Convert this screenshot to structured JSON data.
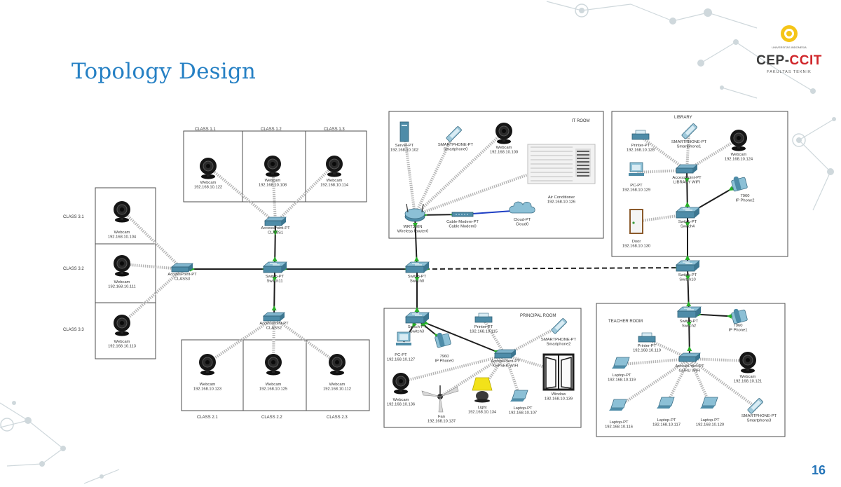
{
  "slide": {
    "title": "Topology Design",
    "page_number": "16",
    "logo": {
      "institution": "UNIVERSITAS INDONESIA",
      "brand_left": "CEP-",
      "brand_right": "CCIT",
      "faculty": "FAKULTAS TEKNIK"
    }
  },
  "rooms": {
    "class11": "CLASS 1.1",
    "class12": "CLASS 1.2",
    "class13": "CLASS 1.3",
    "class21": "CLASS 2.1",
    "class22": "CLASS 2.2",
    "class23": "CLASS 2.3",
    "class31": "CLASS 3.1",
    "class32": "CLASS 3.2",
    "class33": "CLASS 3.3",
    "itroom": "IT ROOM",
    "library": "LIBRARY",
    "principal": "PRINCIPAL ROOM",
    "teacher": "TEACHER ROOM"
  },
  "devices": [
    {
      "id": "cam_c11",
      "kind": "webcam",
      "label1": "Webcam",
      "label2": "192.168.10.122"
    },
    {
      "id": "cam_c12",
      "kind": "webcam",
      "label1": "Webcam",
      "label2": "192.168.10.108"
    },
    {
      "id": "cam_c13",
      "kind": "webcam",
      "label1": "Webcam",
      "label2": "192.168.10.114"
    },
    {
      "id": "ap1",
      "kind": "ap",
      "label1": "AccessPoint-PT",
      "label2": "CLASS1"
    },
    {
      "id": "cam_c31",
      "kind": "webcam",
      "label1": "Webcam",
      "label2": "192.168.10.104"
    },
    {
      "id": "cam_c32",
      "kind": "webcam",
      "label1": "Webcam",
      "label2": "192.168.10.111"
    },
    {
      "id": "cam_c33",
      "kind": "webcam",
      "label1": "Webcam",
      "label2": "192.168.10.113"
    },
    {
      "id": "ap3",
      "kind": "ap",
      "label1": "AccessPoint-PT",
      "label2": "CLASS3"
    },
    {
      "id": "sw11",
      "kind": "switch",
      "label1": "Switch-PT",
      "label2": "Switch11"
    },
    {
      "id": "ap2",
      "kind": "ap",
      "label1": "AccessPoint-PT",
      "label2": "CLASS2"
    },
    {
      "id": "cam_c21",
      "kind": "webcam",
      "label1": "Webcam",
      "label2": "192.168.10.123"
    },
    {
      "id": "cam_c22",
      "kind": "webcam",
      "label1": "Webcam",
      "label2": "192.168.10.125"
    },
    {
      "id": "cam_c23",
      "kind": "webcam",
      "label1": "Webcam",
      "label2": "192.168.10.112"
    },
    {
      "id": "server",
      "kind": "server",
      "label1": "Server-PT",
      "label2": "192.168.10.102"
    },
    {
      "id": "sp0",
      "kind": "phone",
      "label1": "SMARTPHONE-PT",
      "label2": "Smartphone0"
    },
    {
      "id": "cam_it",
      "kind": "webcam",
      "label1": "Webcam",
      "label2": "192.168.10.100"
    },
    {
      "id": "ac",
      "kind": "ac",
      "label1": "Air Conditioner",
      "label2": "192.168.10.126"
    },
    {
      "id": "router",
      "kind": "router",
      "label1": "WRT300N",
      "label2": "Wireless Router0"
    },
    {
      "id": "modem",
      "kind": "modem",
      "label1": "Cable-Modem-PT",
      "label2": "Cable Modem0"
    },
    {
      "id": "cloud",
      "kind": "cloud",
      "label1": "Cloud-PT",
      "label2": "Cloud0"
    },
    {
      "id": "sw0",
      "kind": "switch",
      "label1": "Switch-PT",
      "label2": "Switch0"
    },
    {
      "id": "printer_lib",
      "kind": "printer",
      "label1": "Printer-PT",
      "label2": "192.168.10.128"
    },
    {
      "id": "sp1",
      "kind": "phone",
      "label1": "SMARTPHONE-PT",
      "label2": "Smartphone1"
    },
    {
      "id": "cam_lib",
      "kind": "webcam",
      "label1": "Webcam",
      "label2": "192.168.10.124"
    },
    {
      "id": "ap_lib",
      "kind": "ap",
      "label1": "AccessPoint-PT",
      "label2": "LIBRARY WIFI"
    },
    {
      "id": "pc_lib",
      "kind": "pc",
      "label1": "PC-PT",
      "label2": "192.168.10.129"
    },
    {
      "id": "ipphone2",
      "kind": "ipphone",
      "label1": "7960",
      "label2": "IP Phone2"
    },
    {
      "id": "sw4",
      "kind": "switch",
      "label1": "Switch-PT",
      "label2": "Switch4"
    },
    {
      "id": "door",
      "kind": "door",
      "label1": "Door",
      "label2": "192.168.10.130"
    },
    {
      "id": "sw10",
      "kind": "switch",
      "label1": "Switch-PT",
      "label2": "Switch10"
    },
    {
      "id": "sw3",
      "kind": "switch",
      "label1": "Switch-PT",
      "label2": "Switch3"
    },
    {
      "id": "printer_pr",
      "kind": "printer",
      "label1": "Printer-PT",
      "label2": "192.168.10.115"
    },
    {
      "id": "sp2",
      "kind": "phone",
      "label1": "SMARTPHONE-PT",
      "label2": "Smartphone2"
    },
    {
      "id": "pc_pr",
      "kind": "pc",
      "label1": "PC-PT",
      "label2": "192.168.10.127"
    },
    {
      "id": "ipphone0",
      "kind": "ipphone",
      "label1": "7960",
      "label2": "IP Phone0"
    },
    {
      "id": "ap_pr",
      "kind": "ap",
      "label1": "AccessPoint-PT",
      "label2": "KEPSEK WIFI"
    },
    {
      "id": "window",
      "kind": "window",
      "label1": "Window",
      "label2": "192.168.10.139"
    },
    {
      "id": "cam_pr",
      "kind": "webcam",
      "label1": "Webcam",
      "label2": "192.168.10.136"
    },
    {
      "id": "fan",
      "kind": "fan",
      "label1": "Fan",
      "label2": "192.168.10.137"
    },
    {
      "id": "light",
      "kind": "light",
      "label1": "Light",
      "label2": "192.168.10.134"
    },
    {
      "id": "laptop_pr",
      "kind": "laptop",
      "label1": "Laptop-PT",
      "label2": "192.168.10.107"
    },
    {
      "id": "sw2",
      "kind": "switch",
      "label1": "Switch-PT",
      "label2": "Switch2"
    },
    {
      "id": "ipphone1",
      "kind": "ipphone",
      "label1": "7960",
      "label2": "IP Phone1"
    },
    {
      "id": "printer_t",
      "kind": "printer",
      "label1": "Printer-PT",
      "label2": "192.168.10.110"
    },
    {
      "id": "ap_t",
      "kind": "ap",
      "label1": "AccessPoint-PT",
      "label2": "GURU WIFI"
    },
    {
      "id": "laptop_t1",
      "kind": "laptop",
      "label1": "Laptop-PT",
      "label2": "192.168.10.119"
    },
    {
      "id": "cam_t",
      "kind": "webcam",
      "label1": "Webcam",
      "label2": "192.168.10.121"
    },
    {
      "id": "laptop_t2",
      "kind": "laptop",
      "label1": "Laptop-PT",
      "label2": "192.168.10.116"
    },
    {
      "id": "laptop_t3",
      "kind": "laptop",
      "label1": "Laptop-PT",
      "label2": "192.168.10.117"
    },
    {
      "id": "laptop_t4",
      "kind": "laptop",
      "label1": "Laptop-PT",
      "label2": "192.168.10.120"
    },
    {
      "id": "sp3",
      "kind": "phone",
      "label1": "SMARTPHONE-PT",
      "label2": "Smartphone3"
    }
  ],
  "links": [
    {
      "from": "cam_c11",
      "to": "ap1",
      "type": "wireless"
    },
    {
      "from": "cam_c12",
      "to": "ap1",
      "type": "wireless"
    },
    {
      "from": "cam_c13",
      "to": "ap1",
      "type": "wireless"
    },
    {
      "from": "ap1",
      "to": "sw11",
      "type": "wired"
    },
    {
      "from": "cam_c31",
      "to": "ap3",
      "type": "wireless"
    },
    {
      "from": "cam_c32",
      "to": "ap3",
      "type": "wireless"
    },
    {
      "from": "cam_c33",
      "to": "ap3",
      "type": "wireless"
    },
    {
      "from": "ap3",
      "to": "sw11",
      "type": "wired"
    },
    {
      "from": "sw11",
      "to": "ap2",
      "type": "wired"
    },
    {
      "from": "ap2",
      "to": "cam_c21",
      "type": "wireless"
    },
    {
      "from": "ap2",
      "to": "cam_c22",
      "type": "wireless"
    },
    {
      "from": "ap2",
      "to": "cam_c23",
      "type": "wireless"
    },
    {
      "from": "sw11",
      "to": "sw0",
      "type": "wired"
    },
    {
      "from": "sw0",
      "to": "sw10",
      "type": "crossover"
    },
    {
      "from": "sw0",
      "to": "router",
      "type": "wired"
    },
    {
      "from": "router",
      "to": "server",
      "type": "wireless"
    },
    {
      "from": "router",
      "to": "sp0",
      "type": "wireless"
    },
    {
      "from": "router",
      "to": "cam_it",
      "type": "wireless"
    },
    {
      "from": "router",
      "to": "ac",
      "type": "wireless"
    },
    {
      "from": "router",
      "to": "modem",
      "type": "wired"
    },
    {
      "from": "modem",
      "to": "cloud",
      "type": "coax"
    },
    {
      "from": "sw10",
      "to": "sw4",
      "type": "wired"
    },
    {
      "from": "sw4",
      "to": "ap_lib",
      "type": "wired"
    },
    {
      "from": "sw4",
      "to": "ipphone2",
      "type": "wired"
    },
    {
      "from": "ap_lib",
      "to": "printer_lib",
      "type": "wireless"
    },
    {
      "from": "ap_lib",
      "to": "sp1",
      "type": "wireless"
    },
    {
      "from": "ap_lib",
      "to": "cam_lib",
      "type": "wireless"
    },
    {
      "from": "ap_lib",
      "to": "pc_lib",
      "type": "wireless"
    },
    {
      "from": "sw4",
      "to": "door",
      "type": "wireless"
    },
    {
      "from": "sw10",
      "to": "sw2",
      "type": "wired"
    },
    {
      "from": "sw0",
      "to": "sw3",
      "type": "wired"
    },
    {
      "from": "sw3",
      "to": "pc_pr",
      "type": "wired"
    },
    {
      "from": "sw3",
      "to": "ipphone0",
      "type": "wired"
    },
    {
      "from": "sw3",
      "to": "ap_pr",
      "type": "wired"
    },
    {
      "from": "ap_pr",
      "to": "printer_pr",
      "type": "wireless"
    },
    {
      "from": "ap_pr",
      "to": "sp2",
      "type": "wireless"
    },
    {
      "from": "ap_pr",
      "to": "window",
      "type": "wireless"
    },
    {
      "from": "ap_pr",
      "to": "cam_pr",
      "type": "wireless"
    },
    {
      "from": "ap_pr",
      "to": "fan",
      "type": "wireless"
    },
    {
      "from": "ap_pr",
      "to": "light",
      "type": "wireless"
    },
    {
      "from": "ap_pr",
      "to": "laptop_pr",
      "type": "wireless"
    },
    {
      "from": "sw2",
      "to": "ipphone1",
      "type": "wired"
    },
    {
      "from": "sw2",
      "to": "ap_t",
      "type": "wired"
    },
    {
      "from": "ap_t",
      "to": "printer_t",
      "type": "wireless"
    },
    {
      "from": "ap_t",
      "to": "laptop_t1",
      "type": "wireless"
    },
    {
      "from": "ap_t",
      "to": "cam_t",
      "type": "wireless"
    },
    {
      "from": "ap_t",
      "to": "laptop_t2",
      "type": "wireless"
    },
    {
      "from": "ap_t",
      "to": "laptop_t3",
      "type": "wireless"
    },
    {
      "from": "ap_t",
      "to": "laptop_t4",
      "type": "wireless"
    },
    {
      "from": "ap_t",
      "to": "sp3",
      "type": "wireless"
    }
  ],
  "colors": {
    "title": "#2580c4",
    "page_number": "#2474b8",
    "wireless": "#9a9a9a",
    "wired": "#1e1e1e",
    "link_light": "#27b127",
    "coax": "#1f3fc4",
    "switch": "#4e8ca8"
  }
}
